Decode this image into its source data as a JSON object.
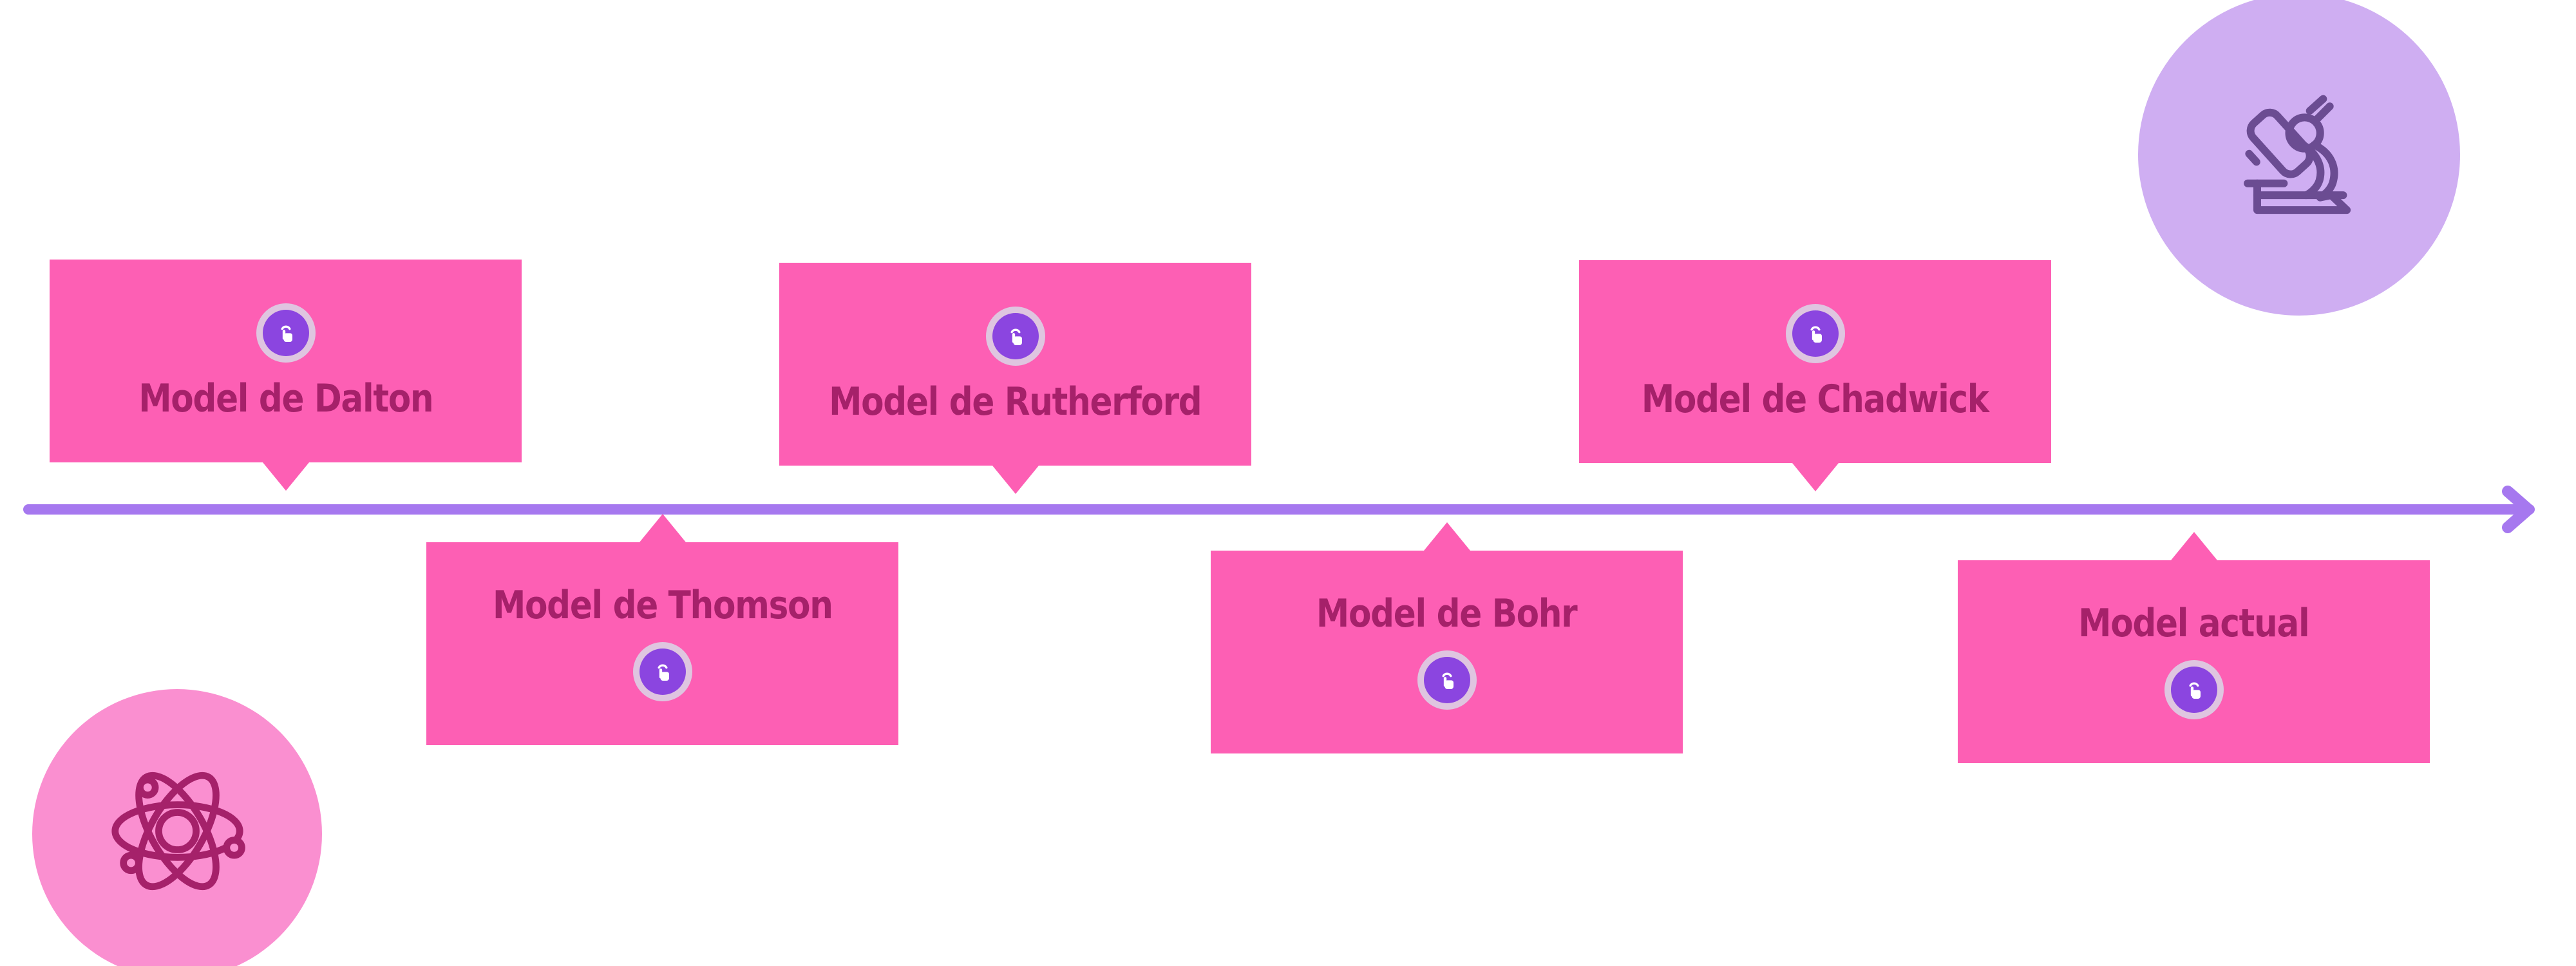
{
  "colors": {
    "card_fill": "#fd5fb4",
    "card_text": "#a5216a",
    "axis": "#a678ef",
    "badge_ring": "#dfc5e0",
    "badge_core": "#8b45e0",
    "microscope_circle": "#cfaef2",
    "microscope_stroke": "#6b4c92",
    "atom_circle": "#fa8fd0",
    "atom_stroke": "#a5216a",
    "background": "#ffffff"
  },
  "timeline": {
    "axis_name": "timeline-axis",
    "arrow_direction": "right",
    "milestones": [
      {
        "label": "Model de Dalton",
        "position": "above",
        "icon": "tap-icon",
        "order": 1
      },
      {
        "label": "Model de Thomson",
        "position": "below",
        "icon": "tap-icon",
        "order": 2
      },
      {
        "label": "Model de Rutherford",
        "position": "above",
        "icon": "tap-icon",
        "order": 3
      },
      {
        "label": "Model de Bohr",
        "position": "below",
        "icon": "tap-icon",
        "order": 4
      },
      {
        "label": "Model de Chadwick",
        "position": "above",
        "icon": "tap-icon",
        "order": 5
      },
      {
        "label": "Model actual",
        "position": "below",
        "icon": "tap-icon",
        "order": 6
      }
    ]
  },
  "emblems": [
    {
      "name": "microscope-emblem",
      "icon": "microscope-icon"
    },
    {
      "name": "atom-emblem",
      "icon": "atom-icon"
    }
  ]
}
